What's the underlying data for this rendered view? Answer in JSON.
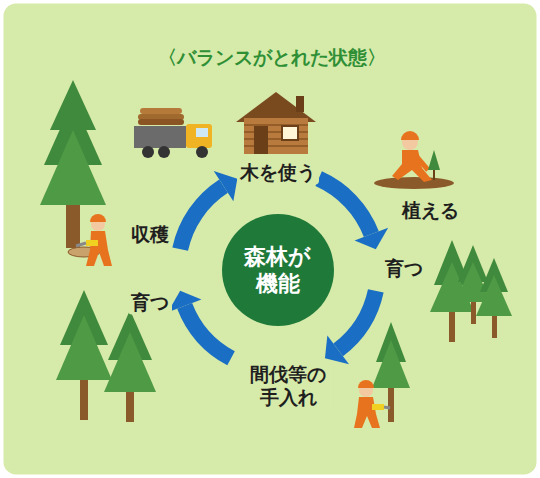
{
  "diagram": {
    "title": "〈バランスがとれた状態〉",
    "nodes": [
      {
        "text": [
          "森林が 機能"
        ]
      }
    ],
    "labels": [
      "木を使う",
      "植える",
      "育つ",
      "間伐等の 手入れ",
      "育つ",
      "収穫"
    ]
  }
}
